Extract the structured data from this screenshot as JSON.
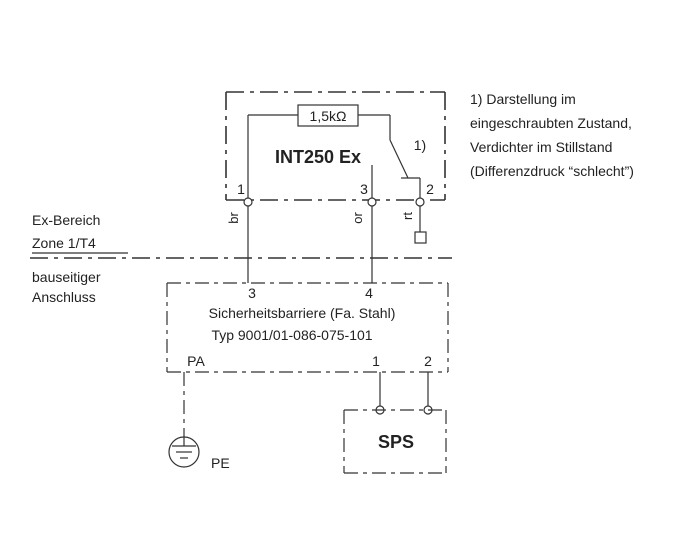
{
  "device": {
    "name": "INT250 Ex",
    "resistor": "1,5kΩ",
    "note_ref": "1)",
    "terminals": [
      "1",
      "3",
      "2"
    ],
    "wire_colors": [
      "br",
      "or",
      "rt"
    ]
  },
  "note": {
    "lines": [
      "1) Darstellung im",
      "eingeschraubten Zustand,",
      "Verdichter im Stillstand",
      "(Differenzdruck “schlecht”)"
    ]
  },
  "zone": {
    "line1": "Ex-Bereich",
    "line2": "Zone 1/T4",
    "field1": "bauseitiger",
    "field2": "Anschluss"
  },
  "barrier": {
    "input_terminals": [
      "3",
      "4"
    ],
    "title": "Sicherheitsbarriere (Fa. Stahl)",
    "type": "Typ 9001/01-086-075-101",
    "pa": "PA",
    "output_terminals": [
      "1",
      "2"
    ]
  },
  "sps": {
    "label": "SPS"
  },
  "earth": {
    "label": "PE"
  }
}
